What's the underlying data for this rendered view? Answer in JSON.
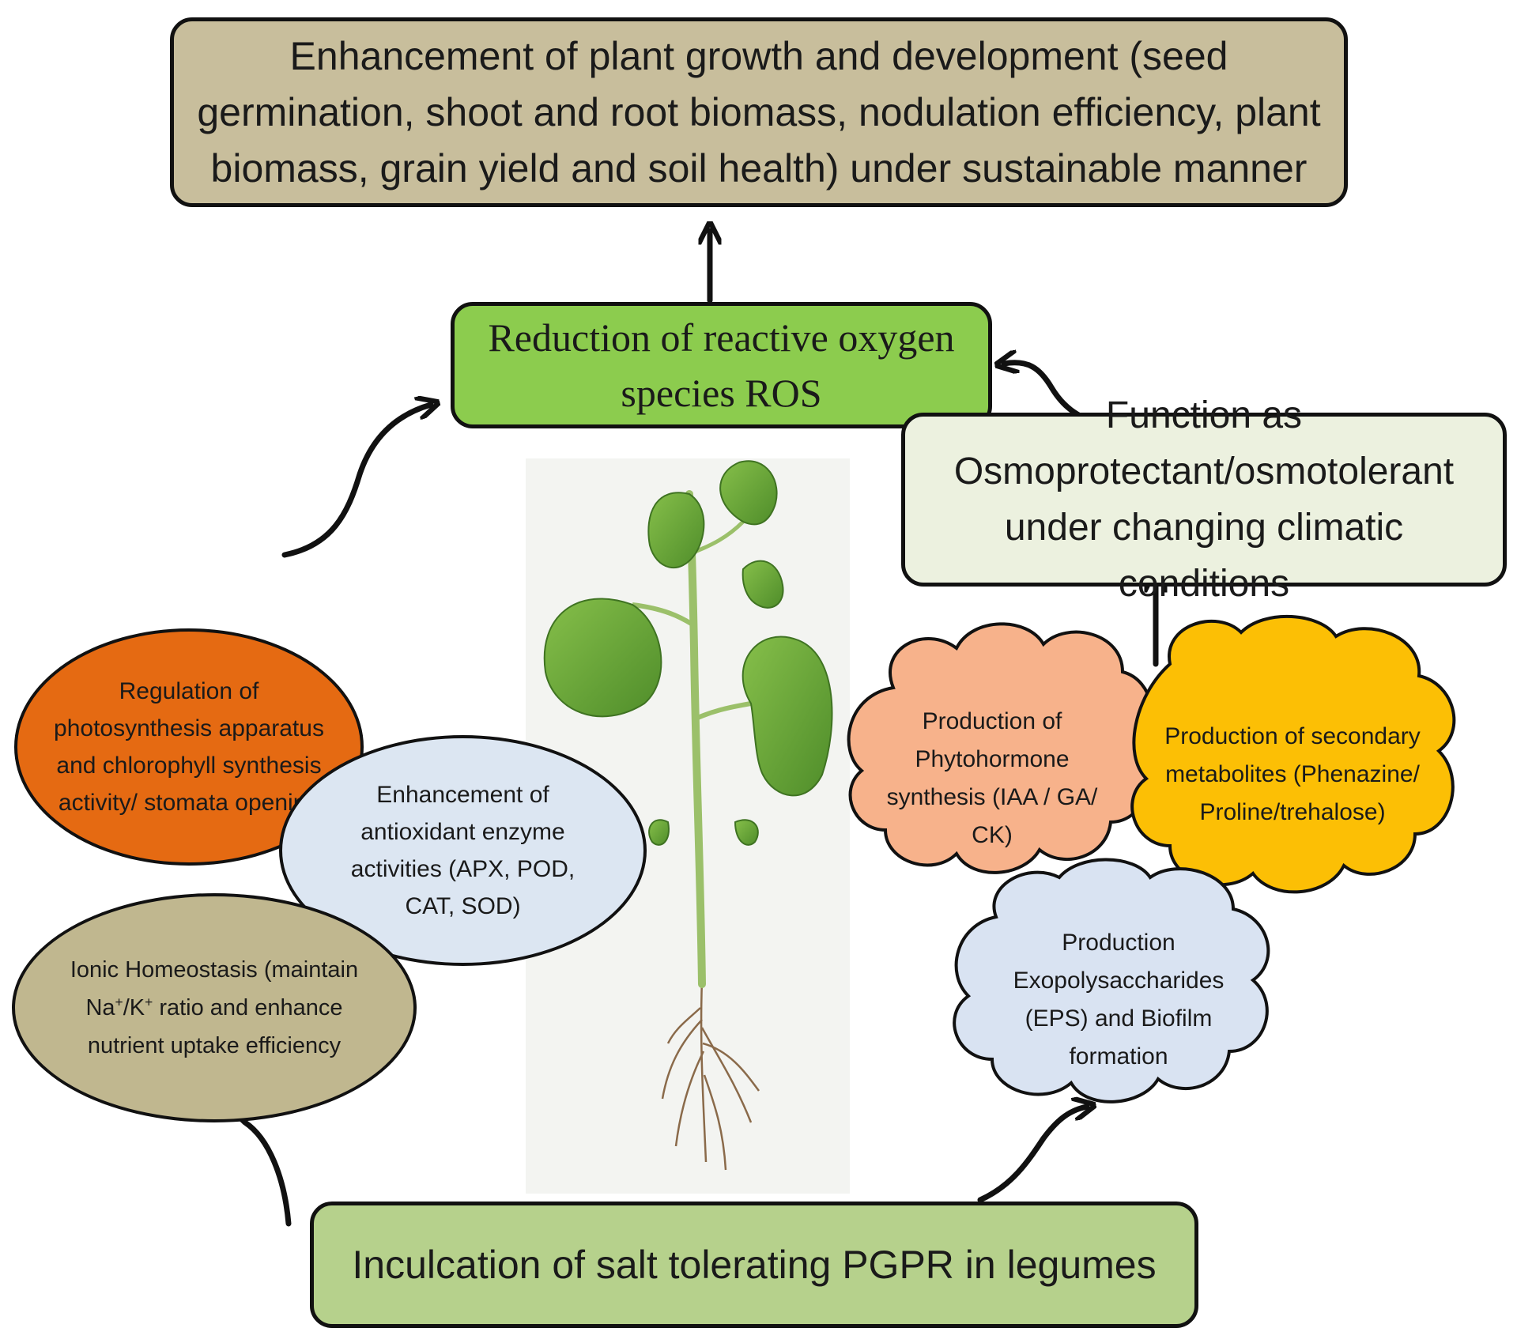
{
  "nodes": {
    "top": "Enhancement of plant growth and development (seed germination, shoot and root biomass, nodulation efficiency, plant biomass, grain yield and soil health) under sustainable manner",
    "ros": "Reduction of reactive oxygen species ROS",
    "osmo": "Function as Osmoprotectant/osmotolerant under changing climatic conditions",
    "inoculation": "Inculcation of salt tolerating PGPR in legumes",
    "photosynthesis": "Regulation of photosynthesis apparatus and chlorophyll synthesis activity/ stomata opening",
    "antioxidant": "Enhancement of antioxidant enzyme activities (APX, POD, CAT, SOD)",
    "ionic": {
      "line1": "Ionic Homeostasis (maintain Na",
      "sup1": "+",
      "mid": "/K",
      "sup2": "+",
      "line2": " ratio and enhance nutrient uptake efficiency"
    },
    "phytohormone": "Production of Phytohormone synthesis (IAA / GA/ CK)",
    "secondary": "Production of secondary metabolites (Phenazine/ Proline/trehalose)",
    "eps": "Production Exopolysaccharides (EPS) and Biofilm formation"
  },
  "colors": {
    "top": "#c8be9c",
    "ros": "#8ccc4e",
    "osmo": "#ecf1df",
    "inoculation": "#b6d18c",
    "photosynthesis": "#e56a12",
    "antioxidant": "#dce6f2",
    "ionic": "#c0b78f",
    "phytohormone": "#f7b28b",
    "secondary": "#fcbf05",
    "eps": "#d9e3f2",
    "plant_leaf": "#6da83a",
    "plant_stem": "#9bc06a"
  }
}
